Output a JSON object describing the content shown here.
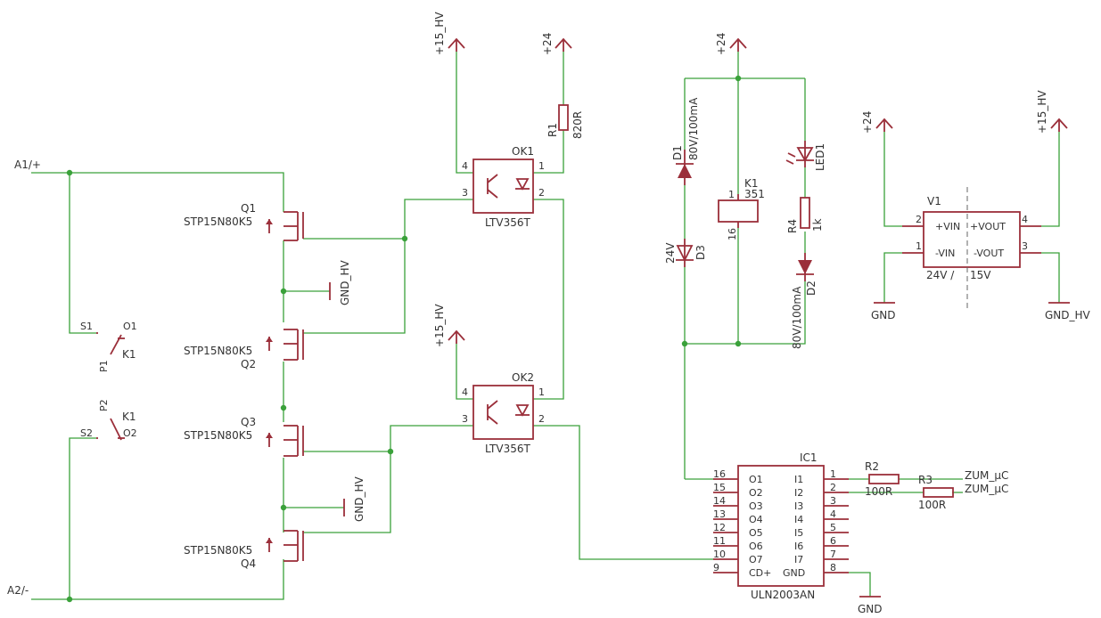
{
  "labels": {
    "a1": "A1/+",
    "a2": "A2/-",
    "s1": "S1",
    "s2": "S2",
    "o1": "O1",
    "o2": "O2",
    "p1": "P1",
    "p2": "P2",
    "k1_contact_a": "K1",
    "k1_contact_b": "K1",
    "gnd_hv": "GND_HV",
    "gnd": "GND",
    "v15": "+15_HV",
    "v24": "+24"
  },
  "mosfets": [
    {
      "ref": "Q1",
      "part": "STP15N80K5"
    },
    {
      "ref": "Q2",
      "part": "STP15N80K5"
    },
    {
      "ref": "Q3",
      "part": "STP15N80K5"
    },
    {
      "ref": "Q4",
      "part": "STP15N80K5"
    }
  ],
  "optocouplers": [
    {
      "ref": "OK1",
      "part": "LTV356T",
      "pins": [
        "4",
        "3",
        "1",
        "2"
      ]
    },
    {
      "ref": "OK2",
      "part": "LTV356T",
      "pins": [
        "4",
        "3",
        "1",
        "2"
      ]
    }
  ],
  "resistors": {
    "r1_ref": "R1",
    "r1_val": "820R",
    "r2_ref": "R2",
    "r2_val": "100R",
    "r3_ref": "R3",
    "r3_val": "100R",
    "r4_ref": "R4",
    "r4_val": "1k"
  },
  "diodes": {
    "d1_ref": "D1",
    "d1_val": "80V/100mA",
    "d2_ref": "D2",
    "d2_val": "80V/100mA",
    "d3_ref": "D3",
    "d3_val": "24V",
    "led_ref": "LED1"
  },
  "relay": {
    "ref": "K1",
    "val": "351",
    "pin_a": "1",
    "pin_b": "16"
  },
  "converter": {
    "ref": "V1",
    "vin_pos": "+VIN",
    "vin_neg": "-VIN",
    "vout_pos": "+VOUT",
    "vout_neg": "-VOUT",
    "in_label": "24V /",
    "out_label": "15V",
    "pin1": "1",
    "pin2": "2",
    "pin3": "3",
    "pin4": "4"
  },
  "ic": {
    "ref": "IC1",
    "part": "ULN2003AN",
    "left_pins": [
      {
        "num": "16",
        "name": "O1"
      },
      {
        "num": "15",
        "name": "O2"
      },
      {
        "num": "14",
        "name": "O3"
      },
      {
        "num": "13",
        "name": "O4"
      },
      {
        "num": "12",
        "name": "O5"
      },
      {
        "num": "11",
        "name": "O6"
      },
      {
        "num": "10",
        "name": "O7"
      },
      {
        "num": "9",
        "name": "CD+"
      }
    ],
    "right_pins": [
      {
        "num": "1",
        "name": "I1"
      },
      {
        "num": "2",
        "name": "I2"
      },
      {
        "num": "3",
        "name": "I3"
      },
      {
        "num": "4",
        "name": "I4"
      },
      {
        "num": "5",
        "name": "I5"
      },
      {
        "num": "6",
        "name": "I6"
      },
      {
        "num": "7",
        "name": "I7"
      },
      {
        "num": "8",
        "name": "GND"
      }
    ]
  },
  "nets": {
    "zum_1": "ZUM_µC",
    "zum_2": "ZUM_µC"
  },
  "colors": {
    "wire": "#3aa13a",
    "component": "#9b2f3a",
    "text": "#333333"
  }
}
